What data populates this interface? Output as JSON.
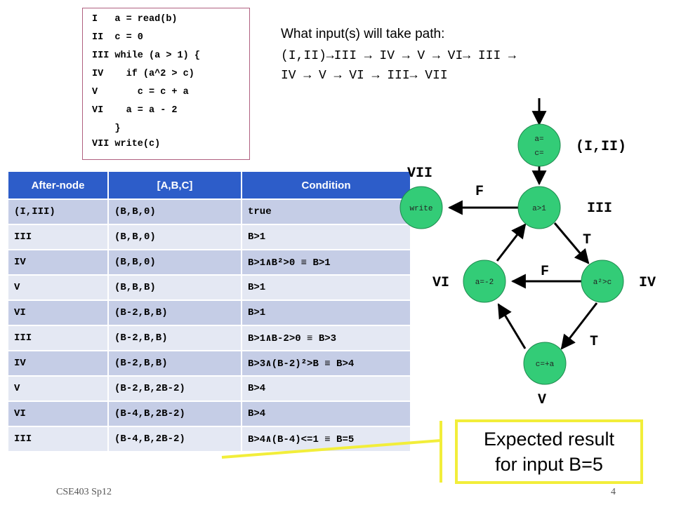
{
  "code": [
    "I   a = read(b)",
    "II  c = 0",
    "III while (a > 1) {",
    "IV    if (a^2 > c)",
    "V       c = c + a",
    "VI    a = a - 2",
    "    }",
    "VII write(c)"
  ],
  "question": "What input(s) will take path:",
  "path_line1": "(I,II)→III → IV → V → VI→ III →",
  "path_line2": "IV → V → VI → III→ VII",
  "table": {
    "headers": [
      "After-node",
      "[A,B,C]",
      "Condition"
    ],
    "rows": [
      [
        "(I,III)",
        "(B,B,0)",
        "true"
      ],
      [
        "III",
        "(B,B,0)",
        "B>1"
      ],
      [
        "IV",
        "(B,B,0)",
        "B>1∧B²>0 ≡ B>1"
      ],
      [
        "V",
        "(B,B,B)",
        "B>1"
      ],
      [
        "VI",
        "(B-2,B,B)",
        "B>1"
      ],
      [
        "III",
        "(B-2,B,B)",
        "B>1∧B-2>0 ≡ B>3"
      ],
      [
        "IV",
        "(B-2,B,B)",
        "B>3∧(B-2)²>B ≡ B>4"
      ],
      [
        "V",
        "(B-2,B,2B-2)",
        "B>4"
      ],
      [
        "VI",
        "(B-4,B,2B-2)",
        "B>4"
      ],
      [
        "III",
        "(B-4,B,2B-2)",
        "B>4∧(B-4)<=1 ≡ B=5"
      ]
    ]
  },
  "graph": {
    "nodes": {
      "init_line1": "a=",
      "init_line2": "c=",
      "loop": "a>1",
      "write": "write",
      "cond": "a²>c",
      "dec": "a=-2",
      "add": "c=+a"
    },
    "labels": {
      "init": "(I,II)",
      "loop": "III",
      "write": "VII",
      "cond": "IV",
      "dec": "VI",
      "add": "V",
      "f_write": "F",
      "t_cond": "T",
      "f_cond": "F",
      "t_add": "T"
    }
  },
  "callout": {
    "line1": "Expected result",
    "line2": "for input B=5"
  },
  "footer": {
    "course": "CSE403 Sp12",
    "page": "4"
  },
  "colors": {
    "header_blue": "#2d5dc9",
    "row_dark": "#c5cde6",
    "row_light": "#e4e8f3",
    "node_green": "#33cc77",
    "callout_yellow": "#f2ee3a"
  }
}
